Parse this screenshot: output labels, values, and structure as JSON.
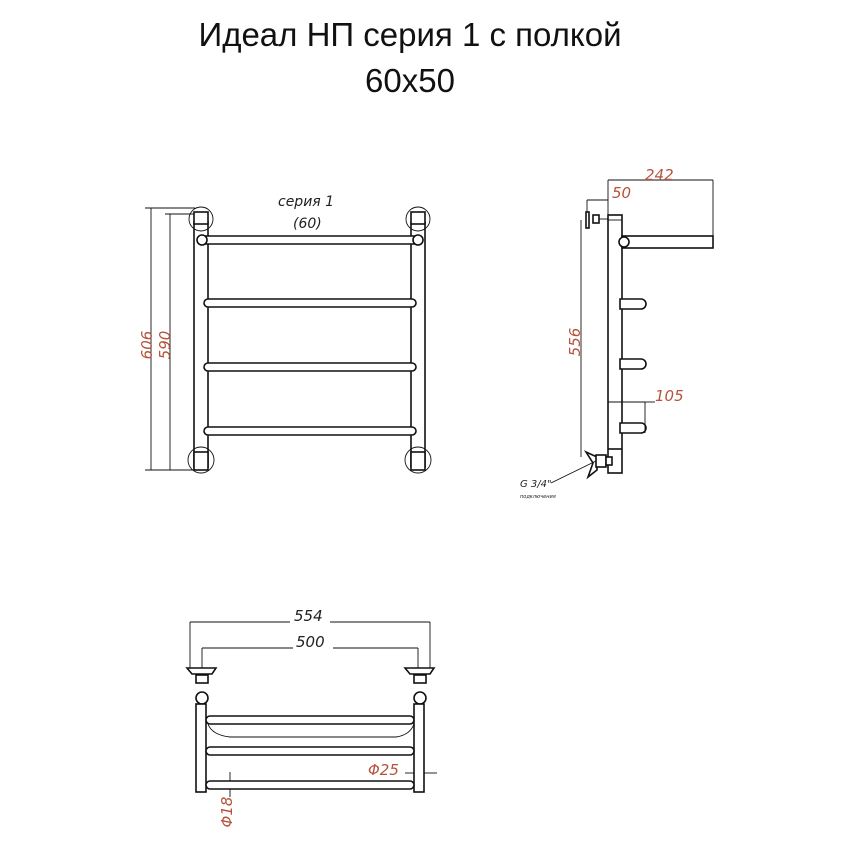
{
  "title": {
    "line1": "Идеал НП серия 1 с полкой",
    "line2": "60x50"
  },
  "front_view": {
    "series_label": "серия 1",
    "size_label": "(60)",
    "dim_total_height": "606",
    "dim_center_height": "590"
  },
  "side_view": {
    "dim_depth": "242",
    "dim_wall_offset": "50",
    "dim_height": "556",
    "dim_hook_depth": "105",
    "connection_label": "G 3/4\"",
    "connection_note": "подключения"
  },
  "bottom_view": {
    "dim_total_width": "554",
    "dim_center_width": "500",
    "dim_pipe_diameter": "Φ25",
    "dim_rung_diameter": "Φ18"
  },
  "colors": {
    "dimension_text": "#b5533c",
    "lines": "#111111"
  }
}
